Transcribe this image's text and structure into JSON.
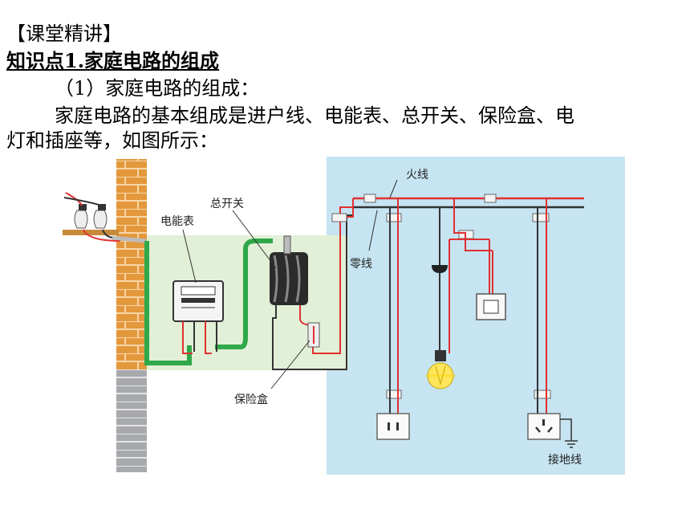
{
  "heading": {
    "section": "【课堂精讲】",
    "knowledge_point": "知识点1.家庭电路的组成"
  },
  "body": {
    "subheading": "（1）家庭电路的组成：",
    "paragraph_line1": "家庭电路的基本组成是进户线、电能表、总开关、保险盒、电",
    "paragraph_line2": "灯和插座等，如图所示："
  },
  "diagram": {
    "labels": {
      "live_wire": "火线",
      "neutral_wire": "零线",
      "meter": "电能表",
      "main_switch": "总开关",
      "fuse_box": "保险盒",
      "ground_wire": "接地线"
    },
    "colors": {
      "room_bg": "#c6e4f2",
      "panel_bg": "#e1f0d6",
      "brick": "#e4983c",
      "wall_gray": "#a7a9ad",
      "live": "#e03030",
      "neutral": "#333333",
      "green_wire": "#2fa84a",
      "bulb": "#ffe65a"
    }
  }
}
